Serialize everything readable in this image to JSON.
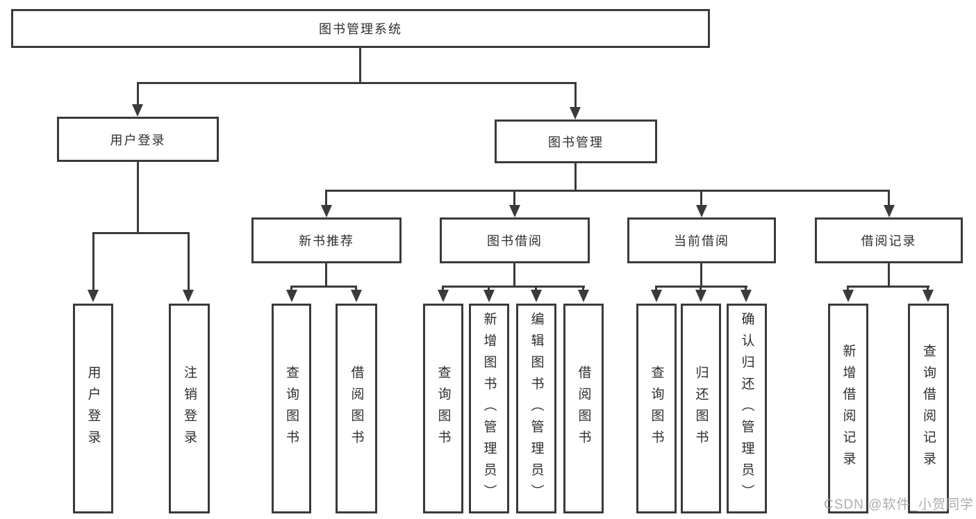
{
  "diagram": {
    "watermark": "CSDN @软件_小贺同学",
    "colors": {
      "line": "#3a3a3a",
      "text": "#2e2e2e",
      "background": "#ffffff",
      "watermark": "#a5a5a5"
    },
    "tree": {
      "label": "图书管理系统",
      "children": [
        {
          "label": "用户登录",
          "children": [
            {
              "label": "用户登录"
            },
            {
              "label": "注销登录"
            }
          ]
        },
        {
          "label": "图书管理",
          "children": [
            {
              "label": "新书推荐",
              "children": [
                {
                  "label": "查询图书"
                },
                {
                  "label": "借阅图书"
                }
              ]
            },
            {
              "label": "图书借阅",
              "children": [
                {
                  "label": "查询图书"
                },
                {
                  "label": "新增图书（管理员）"
                },
                {
                  "label": "编辑图书（管理员）"
                },
                {
                  "label": "借阅图书"
                }
              ]
            },
            {
              "label": "当前借阅",
              "children": [
                {
                  "label": "查询图书"
                },
                {
                  "label": "归还图书"
                },
                {
                  "label": "确认归还（管理员）"
                }
              ]
            },
            {
              "label": "借阅记录",
              "children": [
                {
                  "label": "新增借阅记录"
                },
                {
                  "label": "查询借阅记录"
                }
              ]
            }
          ]
        }
      ]
    }
  }
}
